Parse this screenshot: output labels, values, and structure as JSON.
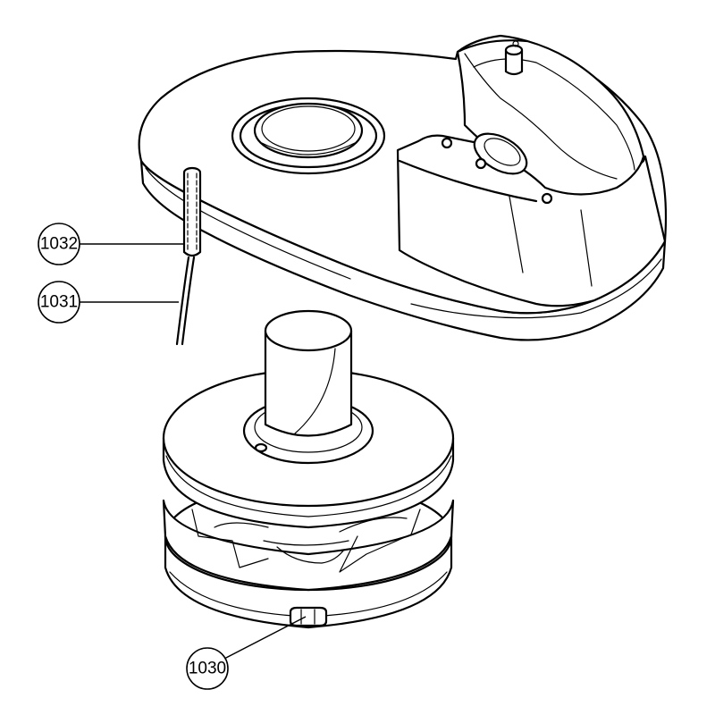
{
  "diagram": {
    "type": "exploded-parts-drawing",
    "parts": [
      {
        "id": "housing",
        "name": "housing-cover"
      },
      {
        "id": "pin",
        "name": "pin"
      },
      {
        "id": "wire",
        "name": "wire"
      },
      {
        "id": "reel",
        "name": "line-reel"
      }
    ],
    "callouts": [
      {
        "key": "c1032",
        "label": "1032"
      },
      {
        "key": "c1031",
        "label": "1031"
      },
      {
        "key": "c1030",
        "label": "1030"
      }
    ],
    "colors": {
      "line": "#000000",
      "background": "#ffffff"
    }
  }
}
